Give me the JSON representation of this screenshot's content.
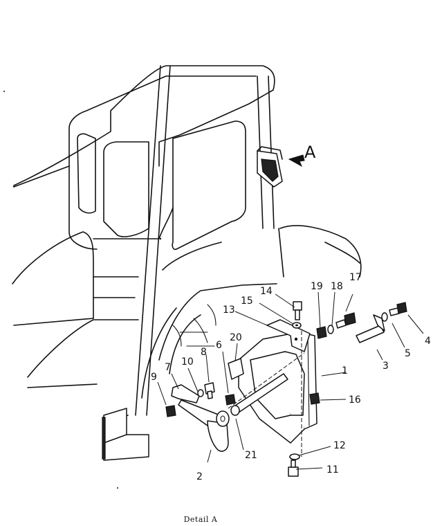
{
  "figure": {
    "caption": "Detail A",
    "view_label": "A"
  },
  "callouts": [
    {
      "id": "1",
      "text": "1"
    },
    {
      "id": "2",
      "text": "2"
    },
    {
      "id": "3",
      "text": "3"
    },
    {
      "id": "4",
      "text": "4"
    },
    {
      "id": "5",
      "text": "5"
    },
    {
      "id": "6",
      "text": "6"
    },
    {
      "id": "7",
      "text": "7"
    },
    {
      "id": "8",
      "text": "8"
    },
    {
      "id": "9",
      "text": "9"
    },
    {
      "id": "10",
      "text": "10"
    },
    {
      "id": "11",
      "text": "11"
    },
    {
      "id": "12",
      "text": "12"
    },
    {
      "id": "13",
      "text": "13"
    },
    {
      "id": "14",
      "text": "14"
    },
    {
      "id": "15",
      "text": "15"
    },
    {
      "id": "16",
      "text": "16"
    },
    {
      "id": "17",
      "text": "17"
    },
    {
      "id": "18",
      "text": "18"
    },
    {
      "id": "19",
      "text": "19"
    },
    {
      "id": "20",
      "text": "20"
    },
    {
      "id": "21",
      "text": "21"
    }
  ]
}
